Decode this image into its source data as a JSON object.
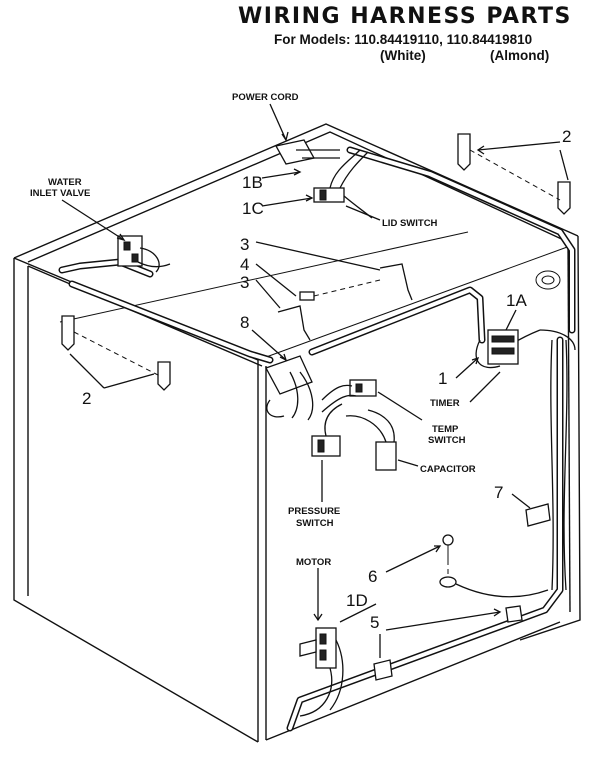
{
  "header": {
    "title": "WIRING HARNESS PARTS",
    "models": "For Models: 110.84419110, 110.84419810",
    "color_white": "(White)",
    "color_almond": "(Almond)"
  },
  "labels": {
    "power_cord": "POWER CORD",
    "water_inlet_valve_line1": "WATER",
    "water_inlet_valve_line2": "INLET VALVE",
    "lid_switch": "LID SWITCH",
    "timer": "TIMER",
    "temp_switch_line1": "TEMP",
    "temp_switch_line2": "SWITCH",
    "capacitor": "CAPACITOR",
    "pressure_switch_line1": "PRESSURE",
    "pressure_switch_line2": "SWITCH",
    "motor": "MOTOR"
  },
  "callouts": {
    "n1b": "1B",
    "n1c": "1C",
    "n2_top": "2",
    "n2_left": "2",
    "n3_upper": "3",
    "n4": "4",
    "n3_lower": "3",
    "n8": "8",
    "n1a": "1A",
    "n1": "1",
    "n7": "7",
    "n6": "6",
    "n1d": "1D",
    "n5": "5"
  }
}
